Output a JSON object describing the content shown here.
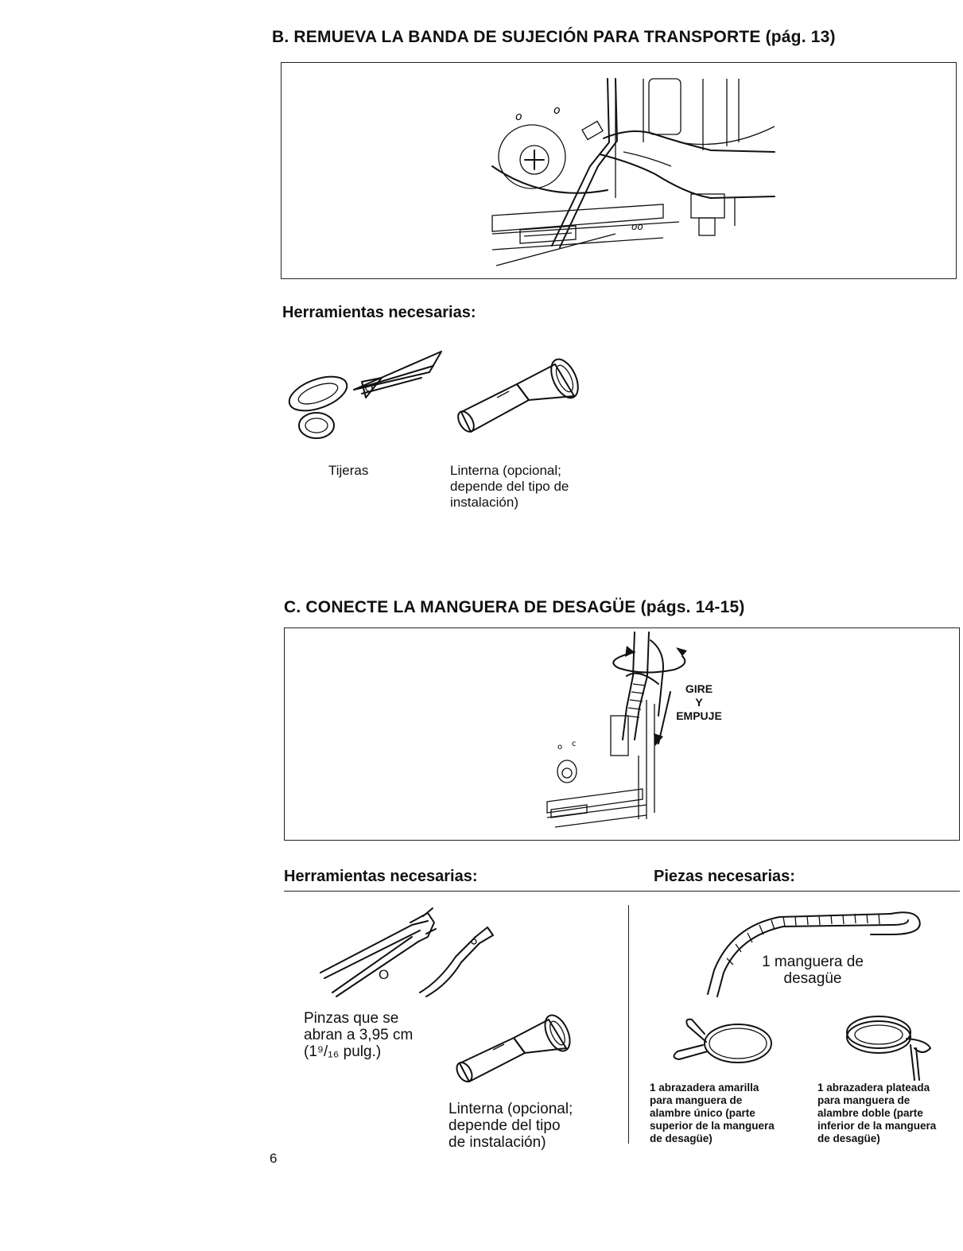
{
  "section_b": {
    "heading": "B. REMUEVA LA BANDA DE SUJECIÓN PARA TRANSPORTE (pág. 13)",
    "tools_heading": "Herramientas necesarias:",
    "tools": [
      {
        "label": "Tijeras",
        "icon": "scissors-icon"
      },
      {
        "label": "Linterna (opcional;\ndepende del tipo de\ninstalación)",
        "icon": "flashlight-icon"
      }
    ]
  },
  "section_c": {
    "heading": "C. CONECTE LA MANGUERA DE DESAGÜE (págs. 14-15)",
    "callout": [
      "GIRE",
      "Y",
      "EMPUJE"
    ],
    "tools_heading": "Herramientas necesarias:",
    "parts_heading": "Piezas necesarias:",
    "pliers_or": "O",
    "tools": [
      {
        "label": "Pinzas que se\nabran a 3,95 cm\n(1⁹/₁₆ pulg.)",
        "icon": "pliers-icon"
      },
      {
        "label": "Linterna (opcional;\ndepende del tipo\nde instalación)",
        "icon": "flashlight-icon"
      }
    ],
    "parts": [
      {
        "label": "1 manguera de\ndesagüe",
        "icon": "drain-hose-icon"
      },
      {
        "label": "1 abrazadera amarilla\npara manguera de\nalambre único (parte\nsuperior de la manguera\nde desagüe)",
        "icon": "single-wire-clamp-icon"
      },
      {
        "label": "1 abrazadera plateada\npara manguera de\nalambre doble (parte\ninferior de la manguera\nde desagüe)",
        "icon": "double-wire-clamp-icon"
      }
    ]
  },
  "page_number": "6"
}
